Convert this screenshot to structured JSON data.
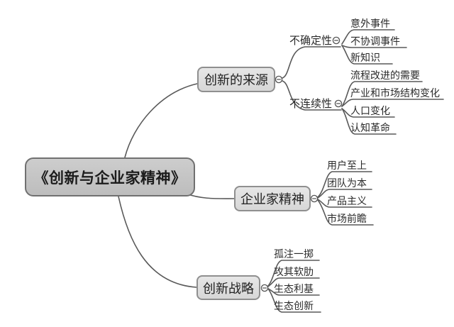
{
  "colors": {
    "background": "#ffffff",
    "line": "#595959",
    "root_fill": "#c6c6c6",
    "root_border": "#707070",
    "branch_fill": "#e0e0e0",
    "branch_border": "#8f8f8f",
    "text": "#262626"
  },
  "icons": {
    "collapse": "minus-circle"
  },
  "mindmap": {
    "root": {
      "label": "《创新与企业家精神》"
    },
    "branches": [
      {
        "label": "创新的来源",
        "children": [
          {
            "label": "不确定性",
            "children": [
              {
                "label": "意外事件"
              },
              {
                "label": "不协调事件"
              },
              {
                "label": "新知识"
              }
            ]
          },
          {
            "label": "不连续性",
            "children": [
              {
                "label": "流程改进的需要"
              },
              {
                "label": "产业和市场结构变化"
              },
              {
                "label": "人口变化"
              },
              {
                "label": "认知革命"
              }
            ]
          }
        ]
      },
      {
        "label": "企业家精神",
        "children": [
          {
            "label": "用户至上"
          },
          {
            "label": "团队为本"
          },
          {
            "label": "产品主义"
          },
          {
            "label": "市场前瞻"
          }
        ]
      },
      {
        "label": "创新战略",
        "children": [
          {
            "label": "孤注一掷"
          },
          {
            "label": "攻其软肋"
          },
          {
            "label": "生态利基"
          },
          {
            "label": "生态创新"
          }
        ]
      }
    ]
  }
}
